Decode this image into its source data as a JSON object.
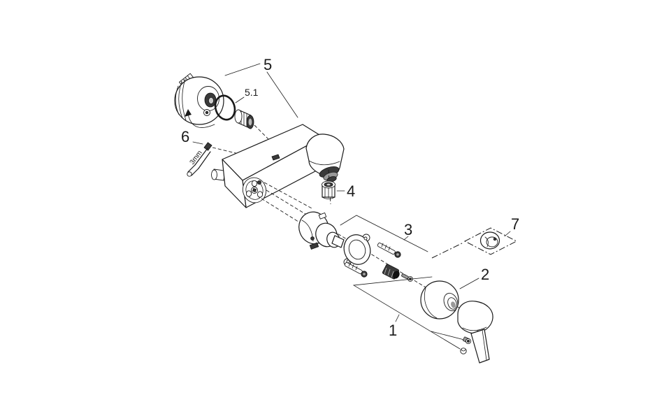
{
  "diagram": {
    "background": "#ffffff",
    "line_color": "#1a1a1a",
    "dark_fill": "#3a3a3a",
    "callouts": {
      "part1": "1",
      "part2": "2",
      "part3": "3",
      "part4": "4",
      "part5": "5",
      "part5_1": "5.1",
      "part6": "6",
      "part7": "7"
    },
    "annotations": {
      "allen_key_size": "3mm"
    }
  }
}
